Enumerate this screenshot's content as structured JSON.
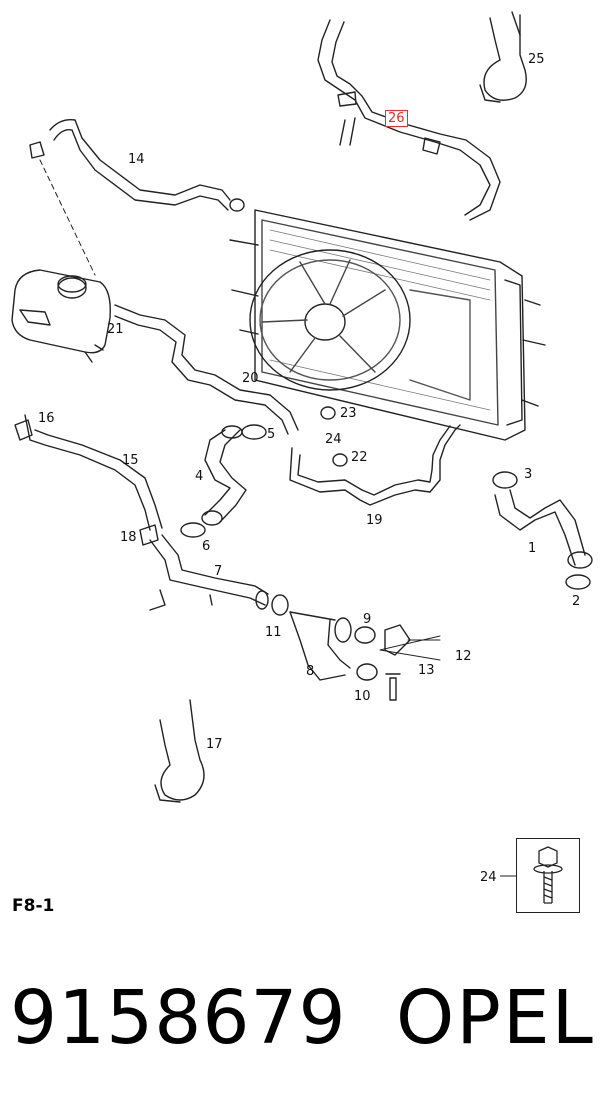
{
  "figure_code": "F8-1",
  "part_number": "9158679",
  "brand": "OPEL",
  "highlighted_callout": "26",
  "callouts": [
    "1",
    "2",
    "3",
    "4",
    "5",
    "6",
    "7",
    "8",
    "9",
    "10",
    "11",
    "12",
    "13",
    "14",
    "15",
    "16",
    "17",
    "18",
    "19",
    "20",
    "21",
    "22",
    "23",
    "24",
    "25",
    "26"
  ],
  "inset_callout": "24"
}
